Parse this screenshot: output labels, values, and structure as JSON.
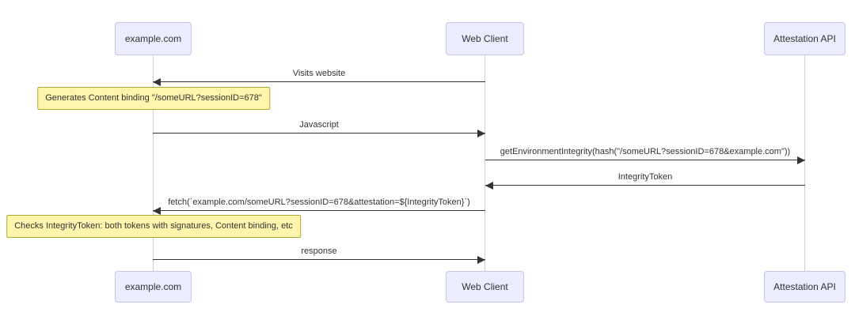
{
  "diagram": {
    "type": "sequence",
    "colors": {
      "actor_fill": "#ECECFF",
      "actor_border": "#c8c2ec",
      "note_fill": "#FFF5AD",
      "note_border": "#AAAA33",
      "lifeline": "#d0cde4",
      "message_line": "#333333",
      "text": "#333333",
      "background": "#ffffff"
    },
    "actors": [
      {
        "name": "example.com"
      },
      {
        "name": "Web Client"
      },
      {
        "name": "Attestation API"
      }
    ],
    "messages": [
      {
        "from": "Web Client",
        "to": "example.com",
        "direction": "left",
        "label": "Visits website"
      },
      {
        "from": "example.com",
        "to": "Web Client",
        "direction": "right",
        "label": "Javascript"
      },
      {
        "from": "Web Client",
        "to": "Attestation API",
        "direction": "right",
        "label": "getEnvironmentIntegrity(hash(\"/someURL?sessionID=678&example.com\"))"
      },
      {
        "from": "Attestation API",
        "to": "Web Client",
        "direction": "left",
        "label": "IntegrityToken"
      },
      {
        "from": "Web Client",
        "to": "example.com",
        "direction": "left",
        "label": "fetch(`example.com/someURL?sessionID=678&attestation=${IntegrityToken}`)"
      },
      {
        "from": "example.com",
        "to": "Web Client",
        "direction": "right",
        "label": "response"
      }
    ],
    "notes": [
      {
        "over": "example.com",
        "text": "Generates Content binding \"/someURL?sessionID=678\""
      },
      {
        "over": "example.com",
        "text": "Checks IntegrityToken: both tokens with signatures, Content binding, etc"
      }
    ]
  }
}
